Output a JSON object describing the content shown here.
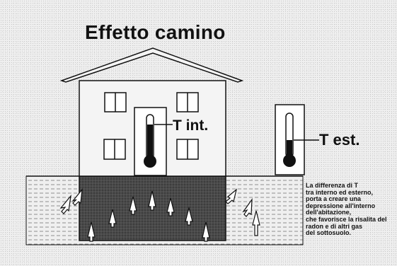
{
  "diagram": {
    "title": "Effetto camino",
    "label_indoor": "T int.",
    "label_outdoor": "T est.",
    "note_lines": [
      "La differenza di T",
      "tra interno ed esterno,",
      "porta a creare una",
      "depressione all'interno",
      "dell'abitazione,",
      "che favorisce la risalita del",
      "radon e di altri gas",
      "del sottosuolo."
    ],
    "colors": {
      "ink": "#111111",
      "wall": "#f4f4f4",
      "ground": "#e9e9e9",
      "soil_under_house": "#4a4a4a"
    },
    "icons": [
      "thermometer-icon",
      "arrow-up-icon"
    ]
  }
}
